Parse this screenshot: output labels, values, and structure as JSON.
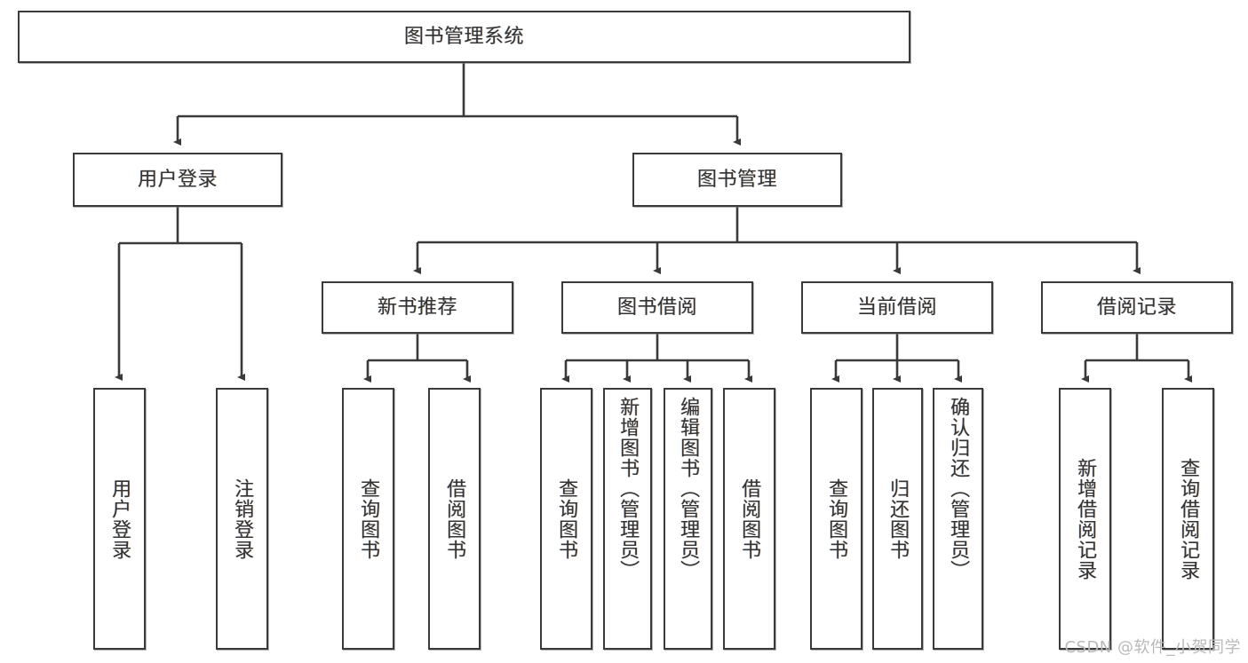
{
  "diagram": {
    "title": "图书管理系统",
    "type": "tree-hierarchy",
    "watermark": "CSDN @软件_小贺同学",
    "colors": {
      "node_border": "#3a3a3a",
      "node_fill": "#ffffff",
      "text": "#333333",
      "edge": "#3a3a3a",
      "watermark": "#b9b9b9",
      "background": "#ffffff"
    }
  },
  "nodes": {
    "root": {
      "label": "图书管理系统"
    },
    "level2": [
      {
        "id": "user-login",
        "label": "用户登录"
      },
      {
        "id": "book-management",
        "label": "图书管理"
      }
    ],
    "level3": [
      {
        "id": "new-book-recommend",
        "label": "新书推荐"
      },
      {
        "id": "book-borrow",
        "label": "图书借阅"
      },
      {
        "id": "current-borrow",
        "label": "当前借阅"
      },
      {
        "id": "borrow-record",
        "label": "借阅记录"
      }
    ],
    "leaves": {
      "user_login": [
        {
          "id": "leaf-user-login",
          "label": "用户登录"
        },
        {
          "id": "leaf-user-logout",
          "label": "注销登录"
        }
      ],
      "new_book_recommend": [
        {
          "id": "leaf-query-book-1",
          "label": "查询图书"
        },
        {
          "id": "leaf-borrow-book-1",
          "label": "借阅图书"
        }
      ],
      "book_borrow": [
        {
          "id": "leaf-query-book-2",
          "label": "查询图书"
        },
        {
          "id": "leaf-add-book",
          "label": "新增图书（管理员）"
        },
        {
          "id": "leaf-edit-book",
          "label": "编辑图书（管理员）"
        },
        {
          "id": "leaf-borrow-book-2",
          "label": "借阅图书"
        }
      ],
      "current_borrow": [
        {
          "id": "leaf-query-book-3",
          "label": "查询图书"
        },
        {
          "id": "leaf-return-book",
          "label": "归还图书"
        },
        {
          "id": "leaf-confirm-return",
          "label": "确认归还（管理员）"
        }
      ],
      "borrow_record": [
        {
          "id": "leaf-add-record",
          "label": "新增借阅记录"
        },
        {
          "id": "leaf-query-record",
          "label": "查询借阅记录"
        }
      ]
    }
  }
}
